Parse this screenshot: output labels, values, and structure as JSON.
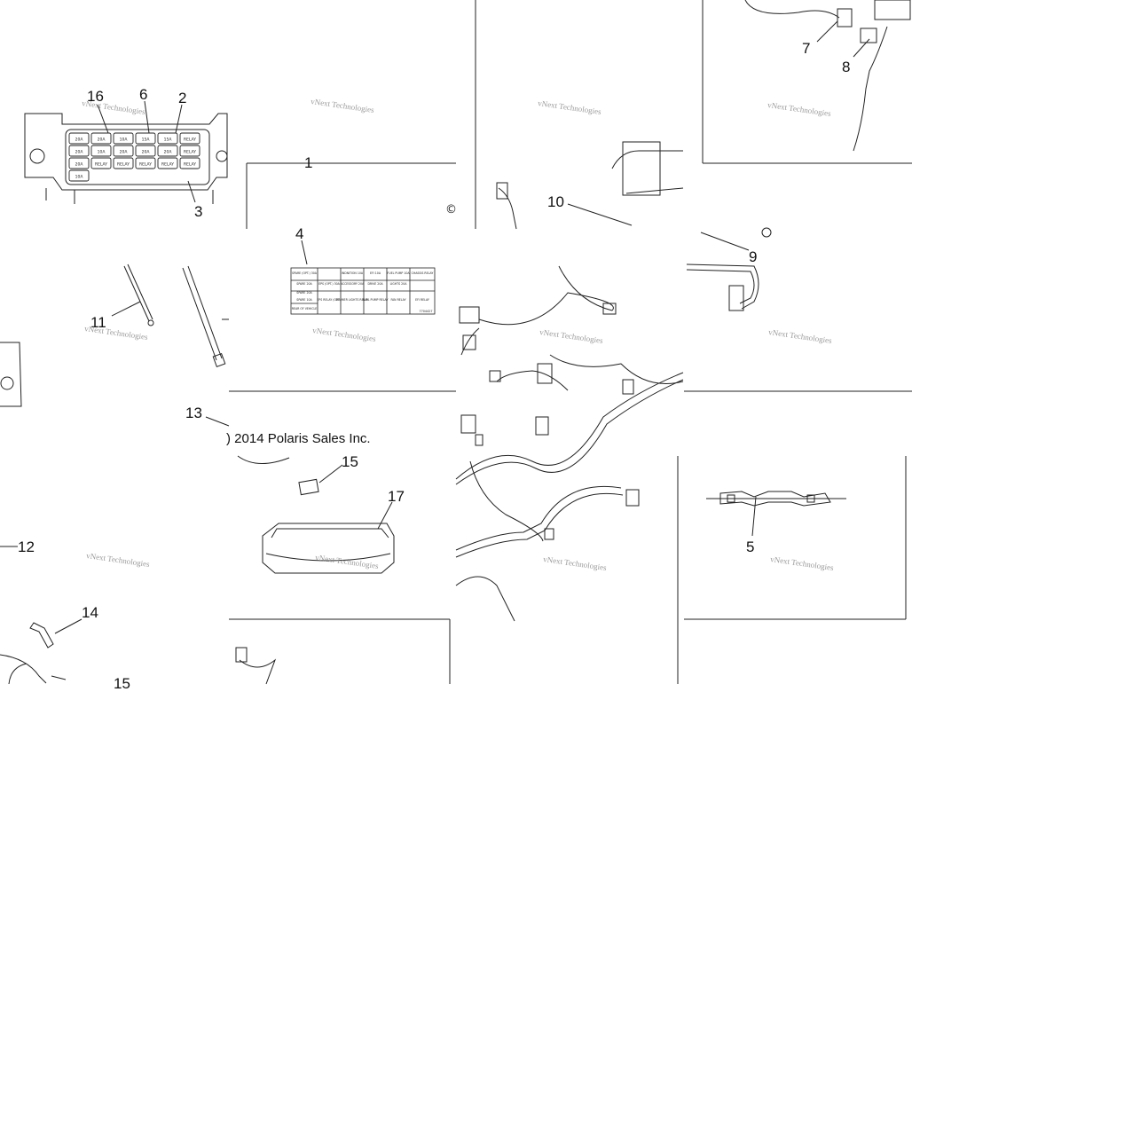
{
  "callouts": [
    "16",
    "6",
    "2",
    "3",
    "1",
    "4",
    "7",
    "8",
    "10",
    "9",
    "11",
    "13",
    "15",
    "17",
    "5",
    "12",
    "14",
    "15"
  ],
  "copyright": "2014 Polaris Sales Inc.",
  "copyright_prefix": ")",
  "copyright_symbol": "©",
  "watermark": "vNext Technologies",
  "fuse_box_cells": [
    [
      "20A",
      "20A",
      "10A",
      "15A",
      "15A",
      "RELAY"
    ],
    [
      "20A",
      "10A",
      "20A",
      "20A",
      "20A",
      "RELAY"
    ],
    [
      "20A",
      "RELAY",
      "RELAY",
      "RELAY",
      "RELAY",
      "RELAY"
    ],
    [
      "10A",
      "",
      "",
      "",
      "",
      ""
    ]
  ],
  "decal_table": {
    "rows": [
      [
        "SPARE (OPT.) 30A",
        "",
        "INDNITION 10A",
        "EFI 10A",
        "FUEL PUMP 10A",
        "CHASSIS RELAY"
      ],
      [
        "SPARE 20A",
        "EPS (OPT.) 30A",
        "ACCESSORY 20A",
        "DRIVE 20A",
        "LIGHTS 20A",
        ""
      ],
      [
        "SPARE 20A",
        "",
        "",
        "",
        "",
        ""
      ],
      [
        "SPARE 10A",
        "EPS RELAY (OPT.)",
        "DIMMER LIGHTS RELAY",
        "FUEL PUMP RELAY",
        "FAN RELAY",
        "EFI RELAY"
      ],
      [
        "REAR OF VEHICLE",
        "",
        "",
        "",
        "",
        ""
      ]
    ],
    "part_number": "7704427"
  }
}
